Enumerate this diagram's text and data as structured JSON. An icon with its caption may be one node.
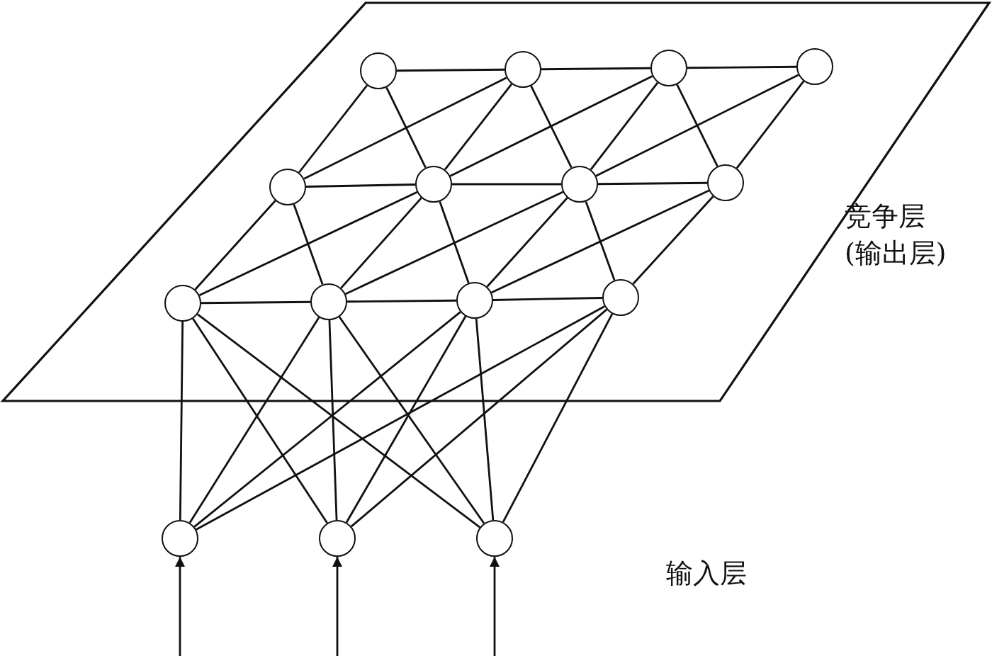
{
  "diagram": {
    "nodes": [
      {
        "text": [],
        "shape": "parallelogram",
        "beside": [
          "竞争层(输出层)"
        ]
      },
      {
        "text": [],
        "shape": "circle",
        "in": 0
      },
      {
        "text": [],
        "shape": "circle",
        "in": 0
      },
      {
        "text": [],
        "shape": "circle",
        "in": 0
      },
      {
        "text": [],
        "shape": "circle",
        "in": 0
      },
      {
        "text": [],
        "shape": "circle",
        "in": 0
      },
      {
        "text": [],
        "shape": "circle",
        "in": 0
      },
      {
        "text": [],
        "shape": "circle",
        "in": 0
      },
      {
        "text": [],
        "shape": "circle",
        "in": 0
      },
      {
        "text": [],
        "shape": "circle",
        "in": 0
      },
      {
        "text": [],
        "shape": "circle",
        "in": 0
      },
      {
        "text": [],
        "shape": "circle",
        "in": 0
      },
      {
        "text": [],
        "shape": "circle",
        "in": 0
      },
      {
        "text": [],
        "shape": "circle"
      },
      {
        "text": [],
        "shape": "circle"
      },
      {
        "text": [],
        "shape": "circle"
      }
    ],
    "edges": [
      {
        "from": 1,
        "to": 2,
        "arrow": "none"
      },
      {
        "from": 2,
        "to": 3,
        "arrow": "none"
      },
      {
        "from": 3,
        "to": 4,
        "arrow": "none"
      },
      {
        "from": 5,
        "to": 6,
        "arrow": "none"
      },
      {
        "from": 6,
        "to": 7,
        "arrow": "none"
      },
      {
        "from": 7,
        "to": 8,
        "arrow": "none"
      },
      {
        "from": 9,
        "to": 10,
        "arrow": "none"
      },
      {
        "from": 10,
        "to": 11,
        "arrow": "none"
      },
      {
        "from": 11,
        "to": 12,
        "arrow": "none"
      },
      {
        "from": 1,
        "to": 5,
        "arrow": "none"
      },
      {
        "from": 1,
        "to": 6,
        "arrow": "none"
      },
      {
        "from": 2,
        "to": 6,
        "arrow": "none"
      },
      {
        "from": 2,
        "to": 7,
        "arrow": "none"
      },
      {
        "from": 3,
        "to": 7,
        "arrow": "none"
      },
      {
        "from": 3,
        "to": 8,
        "arrow": "none"
      },
      {
        "from": 4,
        "to": 8,
        "arrow": "none"
      },
      {
        "from": 5,
        "to": 2,
        "arrow": "none"
      },
      {
        "from": 6,
        "to": 3,
        "arrow": "none"
      },
      {
        "from": 7,
        "to": 4,
        "arrow": "none"
      },
      {
        "from": 5,
        "to": 9,
        "arrow": "none"
      },
      {
        "from": 5,
        "to": 10,
        "arrow": "none"
      },
      {
        "from": 6,
        "to": 10,
        "arrow": "none"
      },
      {
        "from": 6,
        "to": 11,
        "arrow": "none"
      },
      {
        "from": 7,
        "to": 11,
        "arrow": "none"
      },
      {
        "from": 7,
        "to": 12,
        "arrow": "none"
      },
      {
        "from": 8,
        "to": 12,
        "arrow": "none"
      },
      {
        "from": 9,
        "to": 6,
        "arrow": "none"
      },
      {
        "from": 10,
        "to": 7,
        "arrow": "none"
      },
      {
        "from": 11,
        "to": 8,
        "arrow": "none"
      },
      {
        "from": 13,
        "to": 9,
        "arrow": "none"
      },
      {
        "from": 13,
        "to": 10,
        "arrow": "none"
      },
      {
        "from": 13,
        "to": 11,
        "arrow": "none"
      },
      {
        "from": 13,
        "to": 12,
        "arrow": "none"
      },
      {
        "from": 14,
        "to": 9,
        "arrow": "none"
      },
      {
        "from": 14,
        "to": 10,
        "arrow": "none"
      },
      {
        "from": 14,
        "to": 11,
        "arrow": "none"
      },
      {
        "from": 14,
        "to": 12,
        "arrow": "none"
      },
      {
        "from": 15,
        "to": 9,
        "arrow": "none"
      },
      {
        "from": 15,
        "to": 10,
        "arrow": "none"
      },
      {
        "from": 15,
        "to": 11,
        "arrow": "none"
      },
      {
        "from": 15,
        "to": 12,
        "arrow": "none"
      },
      {
        "from": null,
        "to": 13,
        "arrow": "to"
      },
      {
        "from": null,
        "to": 14,
        "arrow": "to"
      },
      {
        "from": null,
        "to": 15,
        "arrow": "to"
      }
    ],
    "labels": [
      "输入层"
    ]
  }
}
